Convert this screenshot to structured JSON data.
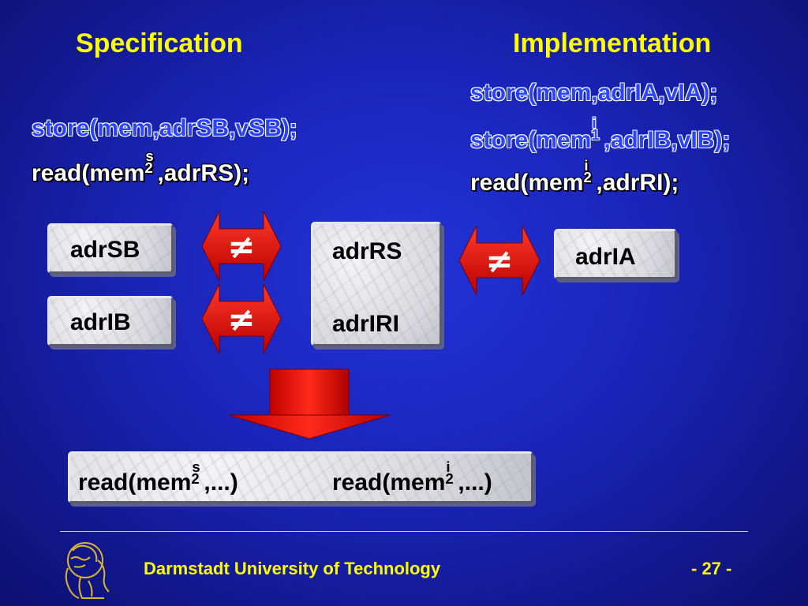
{
  "headings": {
    "specification": "Specification",
    "implementation": "Implementation"
  },
  "specification_code": {
    "store_line": "store(mem,adrSB,vSB);",
    "read_prefix": "read(mem",
    "read_sup": "s",
    "read_sub": "2",
    "read_suffix": ",adrRS);"
  },
  "implementation_code": {
    "store1_line": "store(mem,adrIA,vIA);",
    "store2_prefix": "store(mem",
    "store2_sup": "i",
    "store2_sub": "1",
    "store2_suffix": ",adrIB,vIB);",
    "read_prefix": "read(mem",
    "read_sup": "i",
    "read_sub": "2",
    "read_suffix": ",adrRI);"
  },
  "boxes": {
    "adrSB": "adrSB",
    "adrIB": "adrIB",
    "adrRS": "adrRS",
    "adrIRI": "adrIRI",
    "adrIA": "adrIA"
  },
  "not_equal_symbol": "≠",
  "result": {
    "left_prefix": "read(mem",
    "left_sup": "s",
    "left_sub": "2",
    "left_suffix": ",...)",
    "right_prefix": "read(mem",
    "right_sup": "i",
    "right_sub": "2",
    "right_suffix": ",...)"
  },
  "footer": {
    "institution": "Darmstadt University of Technology",
    "page_number": "- 27 -"
  },
  "colors": {
    "background": "#1a24b8",
    "heading": "#ffff00",
    "store_code": "#2a44ff",
    "arrow": "#e00000"
  }
}
